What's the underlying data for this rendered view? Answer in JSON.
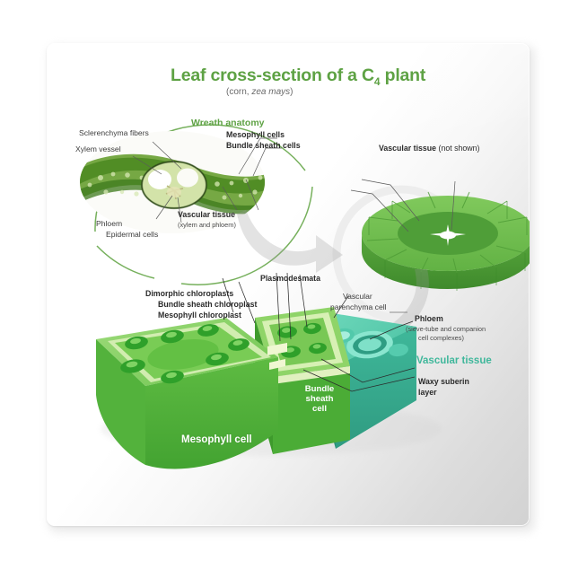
{
  "product": {
    "type": "ceramic-tile",
    "background_color": "#ffffff"
  },
  "poster": {
    "title_main": "Leaf cross-section of a C",
    "title_sub": "4",
    "title_tail": " plant",
    "subtitle_prefix": "(corn, ",
    "subtitle_italic": "zea mays",
    "subtitle_suffix": ")",
    "accent_green": "#5ea244",
    "accent_teal": "#3fb79b",
    "ink": "#3b3b3b"
  },
  "micrograph_panel": {
    "section_heading": "Wreath anatomy",
    "labels": {
      "sclerenchyma": "Sclerenchyma fibers",
      "xylem": "Xylem vessel",
      "phloem": "Phloem",
      "epidermal": "Epidermal cells",
      "mesophyll_cells": "Mesophyll cells",
      "bundle_sheath_cells": "Bundle sheath cells",
      "vascular_tissue": "Vascular tissue",
      "vascular_tissue_sub": "(xylem and phloem)"
    }
  },
  "ring_panel": {
    "label": "Vascular tissue",
    "label_note": "(not shown)",
    "outer_ring_color": "#6fbe4a",
    "inner_ring_color": "#4f9e38"
  },
  "cell_panel": {
    "labels": {
      "dimorphic": "Dimorphic chloroplasts",
      "bundle_sheath_chloroplast": "Bundle sheath chloroplast",
      "mesophyll_chloroplast": "Mesophyll chloroplast",
      "plasmodesmata": "Plasmodesmata",
      "vascular_parenchyma_l1": "Vascular",
      "vascular_parenchyma_l2": "parenchyma cell",
      "phloem": "Phloem",
      "phloem_sub_l1": "(sieve-tube and companion",
      "phloem_sub_l2": "cell complexes)",
      "vascular_tissue": "Vascular tissue",
      "waxy_l1": "Waxy suberin",
      "waxy_l2": "layer",
      "mesophyll_cell": "Mesophyll cell",
      "bundle_sheath_cell_l1": "Bundle",
      "bundle_sheath_cell_l2": "sheath",
      "bundle_sheath_cell_l3": "cell"
    }
  },
  "arrows": [
    {
      "name": "arrow-micrograph-to-ring",
      "direction": "right"
    },
    {
      "name": "arrow-ring-to-cell",
      "direction": "down-left"
    }
  ]
}
